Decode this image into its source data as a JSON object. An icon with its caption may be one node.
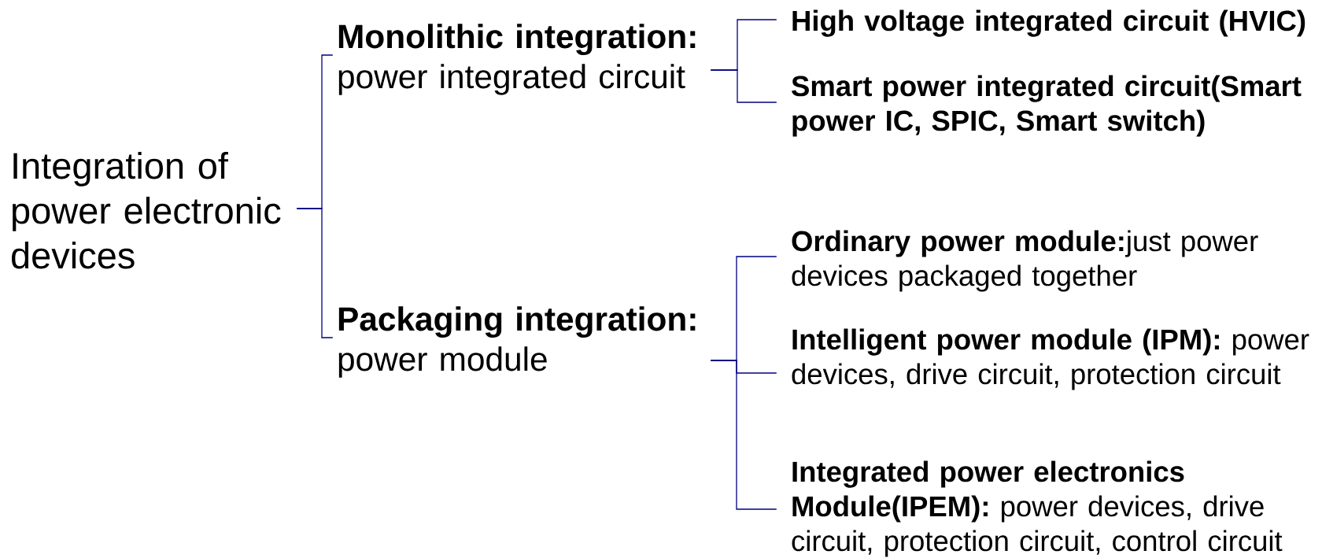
{
  "diagram": {
    "nodes": [
      {
        "text": [
          "Integration of power electronic devices"
        ]
      },
      {
        "text": [
          "Monolithic integration:",
          "power integrated circuit"
        ]
      },
      {
        "text": [
          "High voltage integrated circuit (HVIC)"
        ]
      },
      {
        "text": [
          "Smart power integrated circuit(Smart power IC, SPIC, Smart switch)"
        ]
      },
      {
        "text": [
          "Packaging integration:",
          "power module"
        ]
      },
      {
        "text": [
          "**Ordinary power module:**just power devices packaged together"
        ]
      },
      {
        "text": [
          "**Intelligent power module (IPM):** power devices, drive circuit, protection circuit"
        ]
      },
      {
        "text": [
          "**Integrated power electronics Module(IPEM):** power devices, drive circuit, protection circuit, control circuit"
        ]
      }
    ],
    "edges": [
      {
        "from": 0,
        "to": 1,
        "arrow": "none"
      },
      {
        "from": 0,
        "to": 4,
        "arrow": "none"
      },
      {
        "from": 1,
        "to": 2,
        "arrow": "none"
      },
      {
        "from": 1,
        "to": 3,
        "arrow": "none"
      },
      {
        "from": 4,
        "to": 5,
        "arrow": "none"
      },
      {
        "from": 4,
        "to": 6,
        "arrow": "none"
      },
      {
        "from": 4,
        "to": 7,
        "arrow": "none"
      }
    ]
  }
}
